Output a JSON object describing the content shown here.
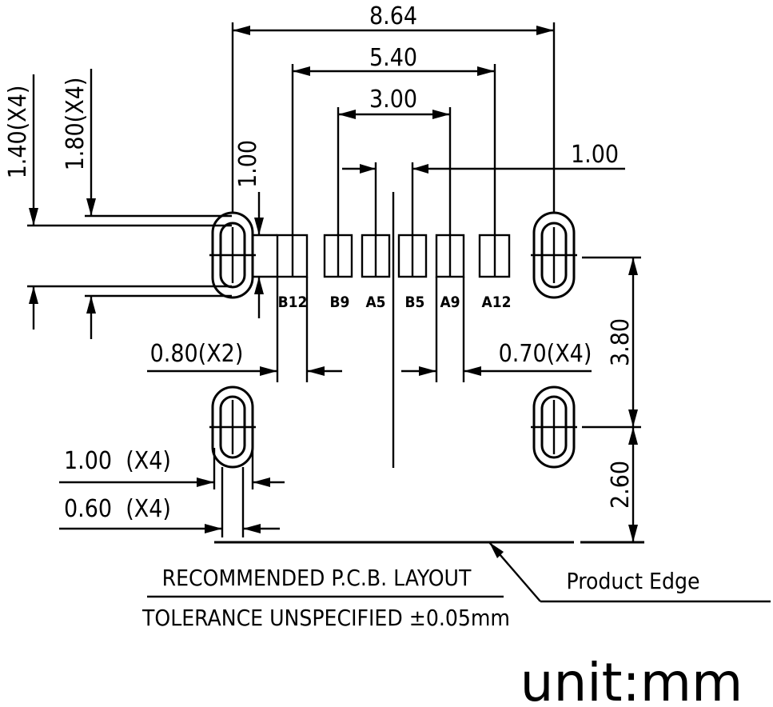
{
  "drawing": {
    "title": "RECOMMENDED P.C.B. LAYOUT",
    "tolerance_note": "TOLERANCE UNSPECIFIED ±0.05mm",
    "product_edge_label": "Product Edge",
    "unit_label": "unit:mm",
    "pin_labels": [
      "B12",
      "B9",
      "A5",
      "B5",
      "A9",
      "A12"
    ],
    "dimensions": {
      "overall_width": "8.64",
      "outer_pin_span": "5.40",
      "inner_pin_span": "3.00",
      "center_gap": "1.00",
      "pad_height": "1.00",
      "hole_outer_height": "1.80(X4)",
      "hole_inner_height": "1.40(X4)",
      "wide_pad_width": "0.80(X2)",
      "narrow_pad_width": "0.70(X4)",
      "hole_row_spacing": "3.80",
      "edge_distance": "2.60",
      "hole_outer_width": "1.00  (X4)",
      "hole_inner_width": "0.60  (X4)"
    }
  }
}
